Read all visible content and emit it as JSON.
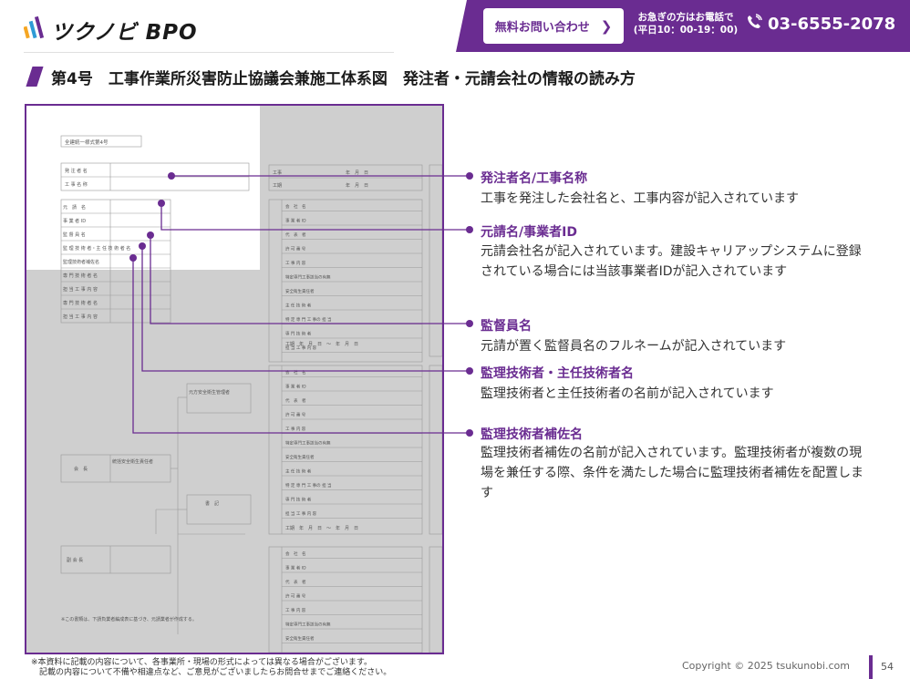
{
  "header": {
    "logo_text": "ツクノビ BPO",
    "contact_button_label": "無料お問い合わせ",
    "hours_line1": "お急ぎの方はお電話で",
    "hours_line2": "(平日10：00-19：00)",
    "phone": "03-6555-2078",
    "accent_color": "#6a2c91"
  },
  "title": "第4号　工事作業所災害防止協議会兼施工体系図　発注者・元請会社の情報の読み方",
  "document": {
    "form_label": "全建統一様式第4号",
    "rows_left_top": [
      "発 注 者 名",
      "工 事 名 称"
    ],
    "rows_left": [
      "元　請　名",
      "事 業 者 ID",
      "監 督 員 名",
      "監 理 技 術 者・主 任 技 術 者 名",
      "監理技術者補佐名",
      "専 門 技 術 者 名",
      "担 当 工 事 内 容",
      "専 門 技 術 者 名",
      "担 当 工 事 内 容"
    ],
    "rows_right": [
      "会　社　名",
      "事 業 者 ID",
      "代　表　者",
      "許 可 番 号",
      "工 事 内 容",
      "特定専門工事該当の有無",
      "安全衛生責任者",
      "主 任 技 術 者",
      "特 定 専 門 工 事の 担 当",
      "専 門 技 術 者",
      "担 当 工 事 内 容"
    ],
    "period_row": "工期　年　月　日　～　年　月　日",
    "safety_manager": "元方安全衛生管理者",
    "chair": "会　長",
    "general_safety": "統括安全衛生責任者",
    "secretary": "書　記",
    "vice_chair": "副 会 長",
    "construction_label": "工事",
    "start_label": "工期",
    "date_header": "年　月　日",
    "note_bottom": "※この書類は、下請負業者編成表に基づき、元請業者が作成する。"
  },
  "callouts": [
    {
      "title": "発注者名/工事名称",
      "desc": "工事を発注した会社名と、工事内容が記入されています"
    },
    {
      "title": "元請名/事業者ID",
      "desc": "元請会社名が記入されています。建設キャリアップシステムに登録されている場合には当該事業者IDが記入されています"
    },
    {
      "title": "監督員名",
      "desc": "元請が置く監督員名のフルネームが記入されています"
    },
    {
      "title": "監理技術者・主任技術者名",
      "desc": "監理技術者と主任技術者の名前が記入されています"
    },
    {
      "title": "監理技術者補佐名",
      "desc": "監理技術者補佐の名前が記入されています。監理技術者が複数の現場を兼任する際、条件を満たした場合に監理技術者補佐を配置します"
    }
  ],
  "footer": {
    "note": "※本資料に記載の内容について、各事業所・現場の形式によっては異なる場合がございます。\n　記載の内容について不備や相違点など、ご意見がございましたらお問合せまでご連絡ください。",
    "copyright": "Copyright © 2025 tsukunobi.com",
    "page_number": "54"
  }
}
